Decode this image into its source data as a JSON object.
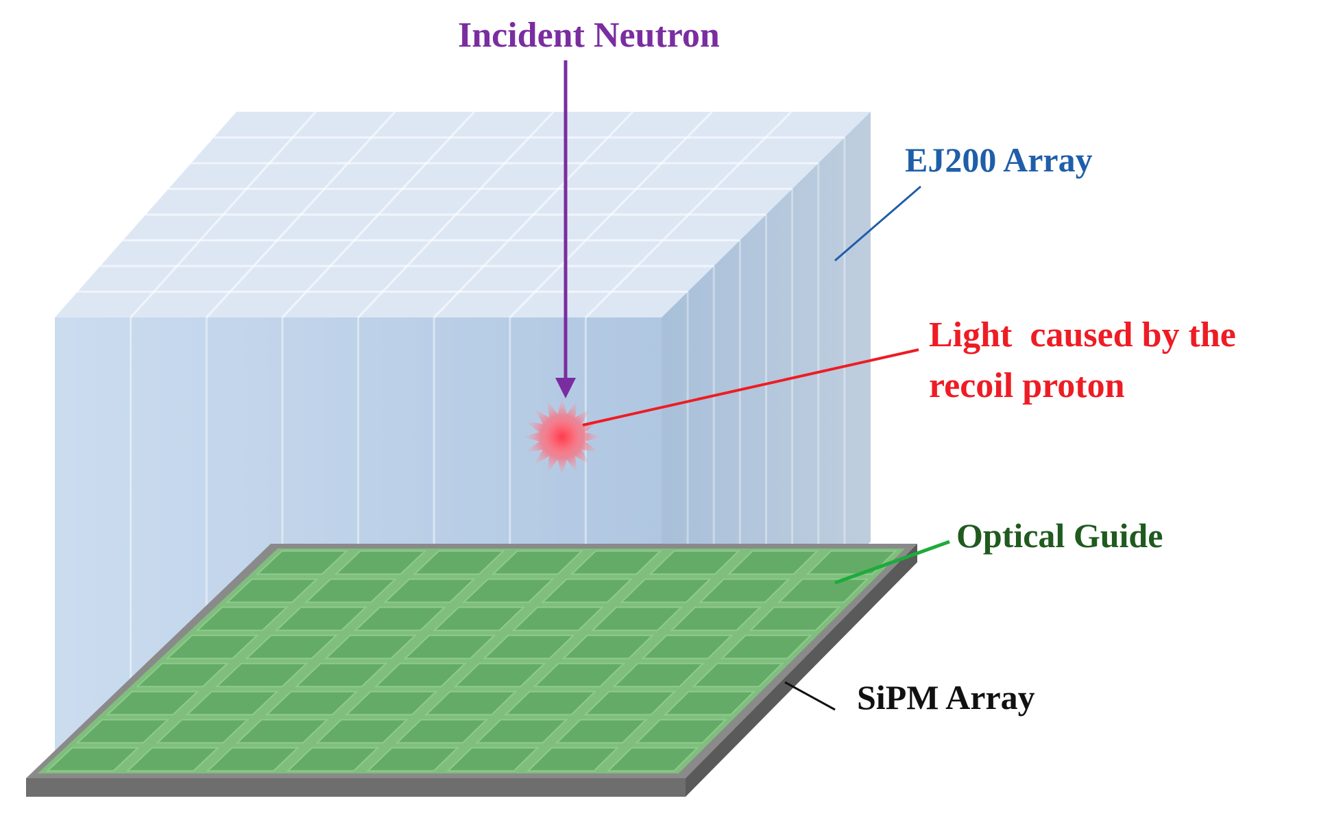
{
  "labels": {
    "incident_neutron": "Incident Neutron",
    "ej200_array": "EJ200 Array",
    "light_line1": "Light  caused by the",
    "light_line2": "recoil proton",
    "optical_guide": "Optical Guide",
    "sipm_array": "SiPM Array"
  },
  "colors": {
    "neutron": "#7a2da0",
    "ej200": "#1f5ea8",
    "light": "#ee1c24",
    "guide": "#1f5a1f",
    "guide_pointer": "#1dab3c",
    "sipm": "#111111",
    "scintillator": "#a9c4e2",
    "optical_guide_fill": "#7ccf7a",
    "sipm_base": "#7a7a7a"
  },
  "grid": {
    "columns": 8,
    "rows": 8
  }
}
